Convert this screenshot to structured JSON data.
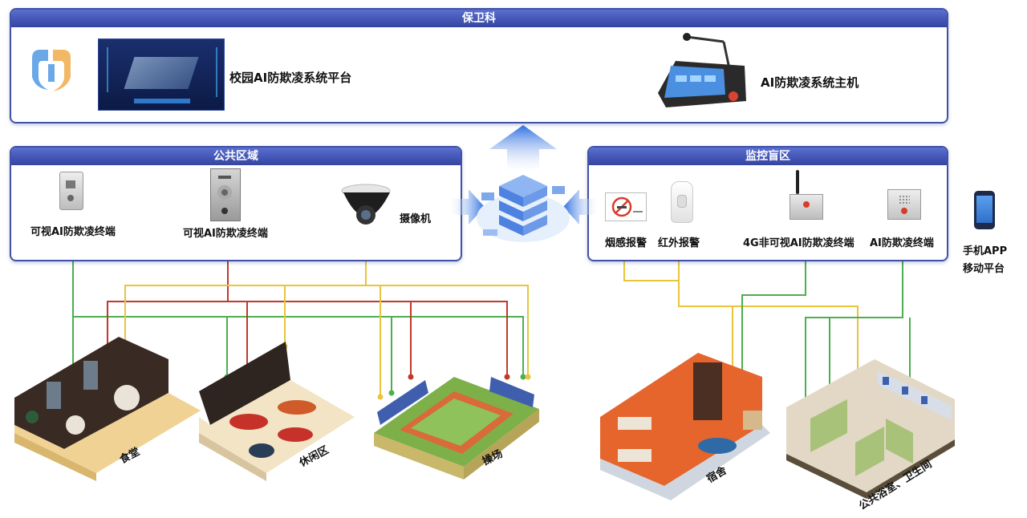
{
  "security_section": {
    "header": "保卫科",
    "platform_label": "校园AI防欺凌系统平台",
    "host_label": "AI防欺凌系统主机"
  },
  "public_area": {
    "header": "公共区域",
    "devices": [
      {
        "label": "可视AI防欺凌终端"
      },
      {
        "label": "可视AI防欺凌终端"
      },
      {
        "label": "摄像机"
      }
    ]
  },
  "blind_area": {
    "header": "监控盲区",
    "devices": [
      {
        "label": "烟感报警"
      },
      {
        "label": "红外报警"
      },
      {
        "label": "4G非可视AI防欺凌终端"
      },
      {
        "label": "AI防欺凌终端"
      }
    ]
  },
  "mobile": {
    "line1": "手机APP",
    "line2": "移动平台"
  },
  "scenes": [
    {
      "label": "食堂"
    },
    {
      "label": "休闲区"
    },
    {
      "label": "操场"
    },
    {
      "label": "宿舍"
    },
    {
      "label": "公共浴室、卫生间"
    }
  ],
  "colors": {
    "green": "#4caf50",
    "red": "#c0392b",
    "yellow": "#e8c53a",
    "accent": "#3f52a8"
  }
}
